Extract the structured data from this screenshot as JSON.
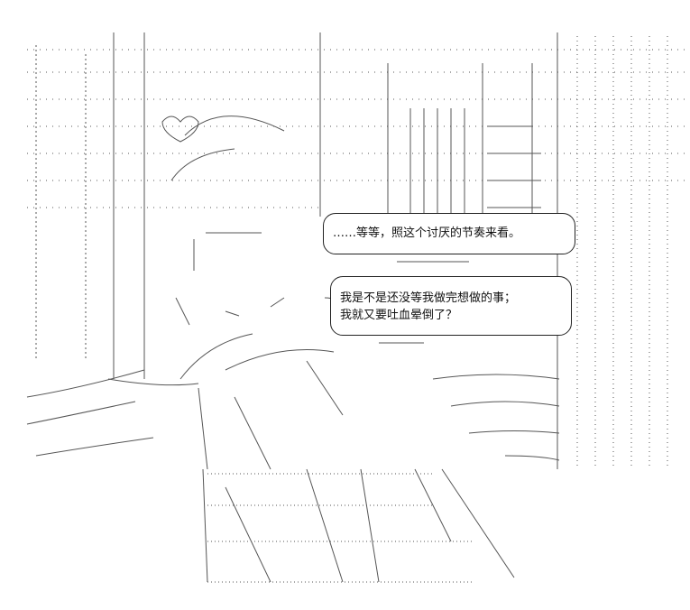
{
  "bubbles": [
    {
      "lines": [
        "……等等，照这个讨厌的节奏来看。"
      ]
    },
    {
      "lines": [
        "我是不是还没等我做完想做的事；",
        "我就又要吐血晕倒了？"
      ]
    }
  ]
}
